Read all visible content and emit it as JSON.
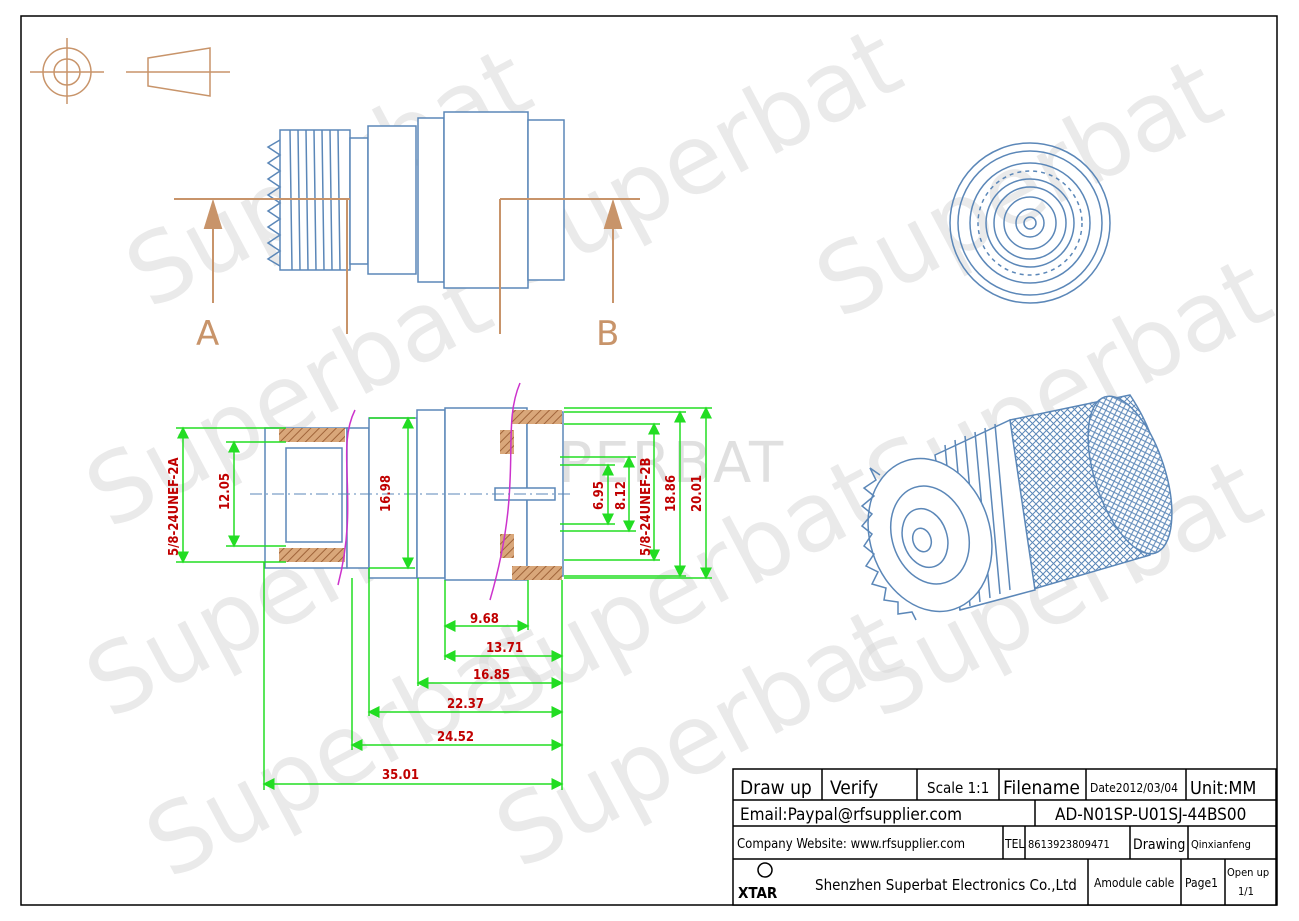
{
  "view_labels": {
    "a": "A",
    "b": "B"
  },
  "watermark": {
    "text": "Superbat",
    "brand": "SUPERBAT"
  },
  "dimensions": {
    "thread_left": "5/8-24UNEF-2A",
    "d12_05": "12.05",
    "d16_98": "16.98",
    "d6_95": "6.95",
    "d8_12": "8.12",
    "thread_right": "5/8-24UNEF-2B",
    "d18_86": "18.86",
    "d20_01": "20.01",
    "l9_68": "9.68",
    "l13_71": "13.71",
    "l16_85": "16.85",
    "l22_37": "22.37",
    "l24_52": "24.52",
    "l35_01": "35.01"
  },
  "title_block": {
    "draw_up": "Draw up",
    "verify": "Verify",
    "scale": "Scale 1:1",
    "filename": "Filename",
    "date": "Date2012/03/04",
    "unit": "Unit:MM",
    "email": "Email:Paypal@rfsupplier.com",
    "part_no": "AD-N01SP-U01SJ-44BS00",
    "website": "Company Website:  www.rfsupplier.com",
    "tel_label": "TEL",
    "tel": "8613923809471",
    "drawing": "Drawing",
    "drawer": "Qinxianfeng",
    "logo": "XTAR",
    "company": "Shenzhen Superbat Electronics Co.,Ltd",
    "cable": "Amodule cable",
    "page": "Page1",
    "open_up": "Open up",
    "sheets": "1/1"
  },
  "colors": {
    "outline": "#5b87b8",
    "dimension_line": "#22dd22",
    "dimension_text": "#c00000",
    "section_hatch": "#c8946a",
    "break_line": "#cc33cc"
  }
}
